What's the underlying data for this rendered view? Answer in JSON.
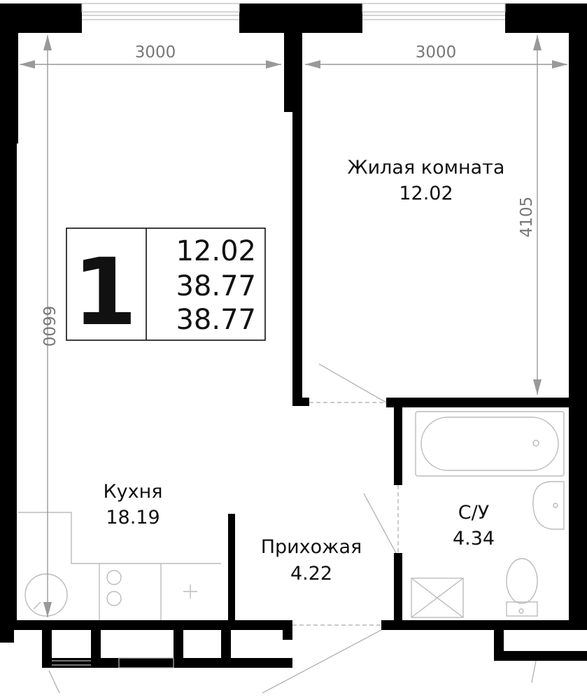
{
  "plan": {
    "dimensions": {
      "left_width": "3000",
      "right_width": "3000",
      "left_height": "6600",
      "room_height": "4105"
    },
    "rooms": {
      "living": {
        "name": "Жилая комната",
        "area": "12.02"
      },
      "kitchen": {
        "name": "Кухня",
        "area": "18.19"
      },
      "hall": {
        "name": "Прихожая",
        "area": "4.22"
      },
      "bathroom": {
        "name": "С/У",
        "area": "4.34"
      }
    },
    "summary": {
      "rooms_count": "1",
      "living_area": "12.02",
      "total_area": "38.77",
      "total_area_with_balcony": "38.77"
    }
  }
}
